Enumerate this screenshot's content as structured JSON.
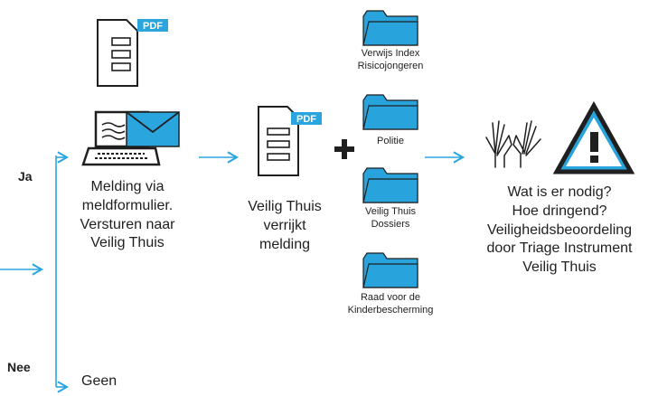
{
  "branches": {
    "yes_label": "Ja",
    "no_label": "Nee",
    "no_outcome": "Geen"
  },
  "steps": {
    "report_form": "Melding via\nmeldformulier.\nVersturen naar\nVeilig Thuis",
    "enrich": "Veilig Thuis\nverrijkt\nmelding",
    "assessment": "Wat is er nodig?\nHoe dringend?\nVeiligheidsbeoordeling\ndoor Triage Instrument\nVeilig Thuis"
  },
  "sources": [
    {
      "label": "Verwijs Index\nRisicojongeren"
    },
    {
      "label": "Politie"
    },
    {
      "label": "Veilig Thuis\nDossiers"
    },
    {
      "label": "Raad voor de\nKinderbescherming"
    }
  ],
  "badges": {
    "pdf": "PDF"
  },
  "icons": [
    "pdf-document-icon",
    "laptop-mail-icon",
    "folder-icon",
    "plus-icon",
    "raised-hands-icon",
    "warning-triangle-icon",
    "arrow-icon"
  ],
  "colors": {
    "accent": "#2aa5de",
    "ink": "#1f1f1f",
    "folder": "#29a3dc"
  }
}
